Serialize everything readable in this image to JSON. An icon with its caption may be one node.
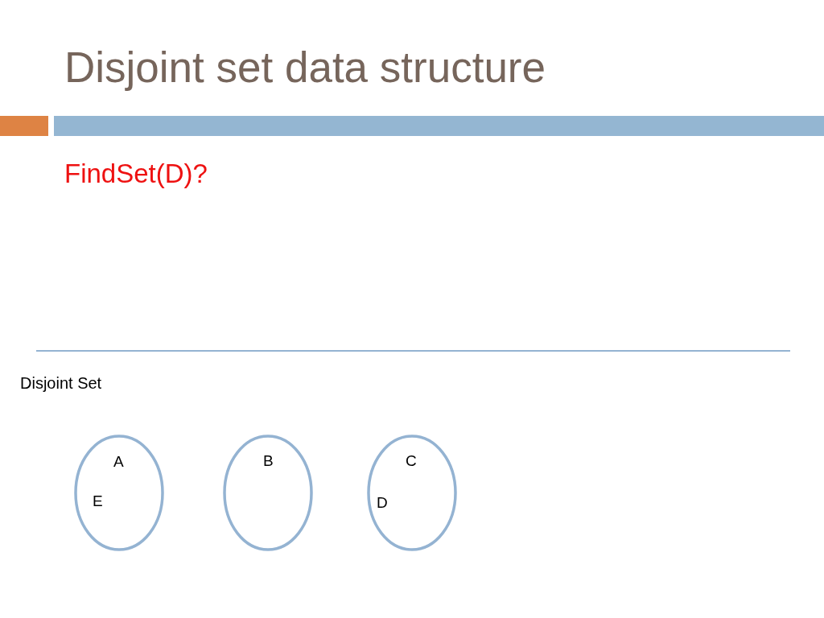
{
  "diagram": {
    "title": "Disjoint set data structure",
    "nodes": [
      {
        "text": [
          "A",
          "E"
        ]
      },
      {
        "text": [
          "B"
        ]
      },
      {
        "text": [
          "C",
          "D"
        ]
      }
    ],
    "edges": [],
    "labels": [
      "FindSet(D)?",
      "Disjoint Set"
    ]
  }
}
